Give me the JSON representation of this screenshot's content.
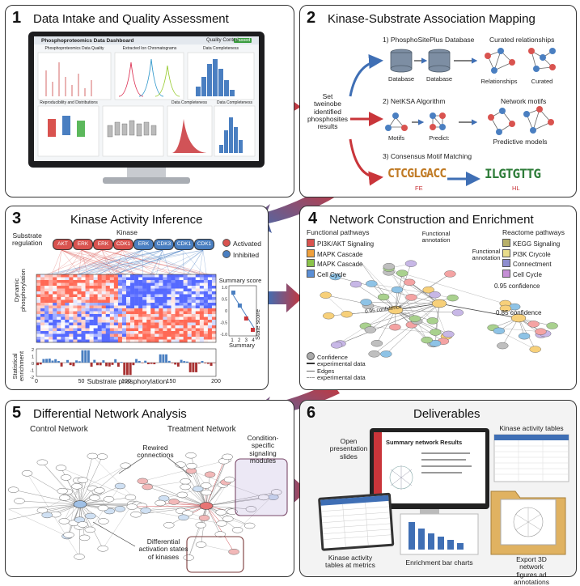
{
  "panels": [
    {
      "num": "1",
      "title": "Data Intake and Quality Assessment"
    },
    {
      "num": "2",
      "title": "Kinase-Substrate Association Mapping"
    },
    {
      "num": "3",
      "title": "Kinase Activity Inference"
    },
    {
      "num": "4",
      "title": "Network Construction and Enrichment"
    },
    {
      "num": "5",
      "title": "Differential Network Analysis"
    },
    {
      "num": "6",
      "title": "Deliverables"
    }
  ],
  "p1": {
    "dashboard_title": "Phosphoproteomics Data Dashboard",
    "qc_label": "Quality Control",
    "qc_badge": "Passed",
    "chart_titles": [
      "Phosphoproteomics Data Quality",
      "Extracted Ion Chromatograms",
      "Data Completeness",
      "Reproducibility and Distributions",
      "Data Completeness",
      "Data Completeness"
    ]
  },
  "p2": {
    "center_text": "Set\ntweinobe\nidentified\nphosphosites\nresults",
    "step1": "1) PhosphoSitePlus Database",
    "step1_right": "Curated relationships",
    "db1": "Database",
    "db2": "Database",
    "rel": "Relationships",
    "cur": "Curated",
    "step2": "2) NetKSA Algorithm",
    "step2_right": "Network motifs",
    "motifs": "Motifs",
    "predict": "Predict:",
    "pred_models": "Predictive models",
    "step3": "3) Consensus Motif Matching",
    "logo1": "CTCGLGACC",
    "logo2": "ILGTGTTG",
    "logo1_sub": "FE",
    "logo2_sub": "HL"
  },
  "p3": {
    "substrate_reg": "Substrate\nregulation",
    "kinase_label": "Kinase",
    "kinases": [
      "AKT",
      "ERK",
      "ERK",
      "CDK1",
      "ERK",
      "CDK3",
      "CDK1",
      "CDK1"
    ],
    "kinase_state": [
      "act",
      "act",
      "act",
      "act",
      "inh",
      "inh",
      "inh",
      "inh"
    ],
    "legend_activated": "Activated",
    "legend_inhibited": "Inhibited",
    "ylabel_heat": "Dynamic\nphosphorylation",
    "ylabel_bar": "Statistical\nenrichment",
    "xlabel": "Substrate phosphorylation",
    "xticks": [
      "0",
      "50",
      "100",
      "150",
      "200"
    ],
    "bar_yticks": [
      "2",
      "1",
      "0",
      "-1",
      "-2"
    ],
    "summary": {
      "title": "Summary score",
      "ylabel": "State score",
      "xlabel": "Summary",
      "xticks": [
        "1",
        "2",
        "3",
        "4"
      ],
      "yticks": [
        "1.0",
        "0.5",
        "0",
        "-0.5",
        "-1.0"
      ]
    },
    "colors": {
      "activated": "#d9534f",
      "inhibited": "#4a7fc1"
    }
  },
  "p4": {
    "func_title": "Functional pathways",
    "func_items": [
      "PI3K/AKT Signaling",
      "MAPK Cascade",
      "MAPK Cascade",
      "Cell Cycle"
    ],
    "func_colors": [
      "#d9534f",
      "#f0a03c",
      "#8bc34a",
      "#5b8fd6"
    ],
    "func_annot1": "Functional\nannotation",
    "func_annot2": "Functional\nannotation",
    "reac_title": "Reactome pathways",
    "reac_items": [
      "KEGG Signaling",
      "PI3K Crycole",
      "Connectment",
      "Cell Cycle"
    ],
    "reac_colors": [
      "#b8b06a",
      "#e8dc8a",
      "#8e8ecf",
      "#c58fd6"
    ],
    "conf1": "0.95 confidence",
    "conf2": "0.85 confidence",
    "conf3": "0.95 confidence",
    "legend": [
      "Confidence",
      "experimental data",
      "Edges",
      "experimental data"
    ]
  },
  "p5": {
    "control": "Control Network",
    "treatment": "Treatment Network",
    "rewired": "Rewired\nconnections",
    "cond": "Condition-\nspecific signaling\nmodules",
    "diff": "Differential\nactivation states\nof kinases"
  },
  "p6": {
    "slides_label": "Open\npresentation\nslides",
    "slide_title": "Summary network Results",
    "kat_label": "Kinase activity tables",
    "kat_metrics": "Kinase activity\ntables at metrics",
    "bars_label": "Enrichment bar charts",
    "export_label": "Export 3D network\nfigures ad annotations"
  }
}
